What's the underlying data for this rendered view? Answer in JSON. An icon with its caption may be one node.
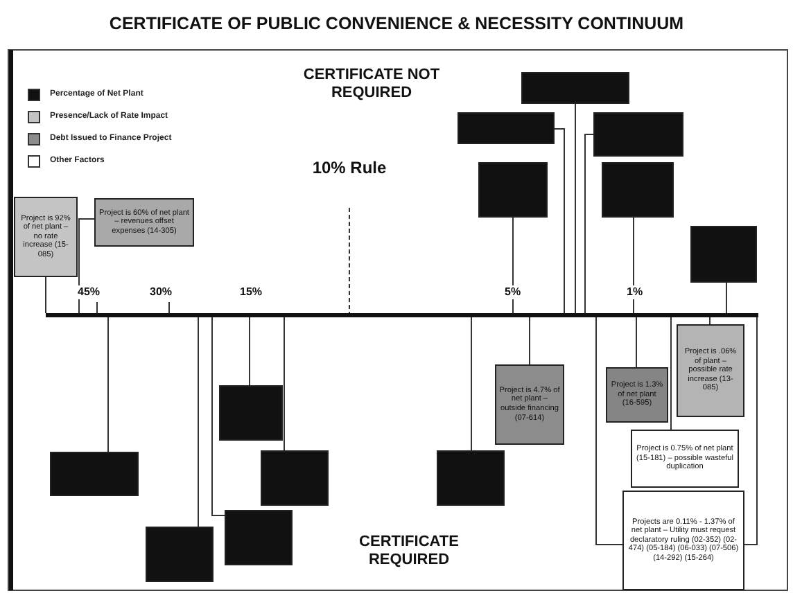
{
  "diagram": {
    "title": "CERTIFICATE OF PUBLIC CONVENIENCE & NECESSITY CONTINUUM",
    "nodes": [
      {
        "text": [],
        "shape": "box"
      },
      {
        "text": [],
        "shape": "box"
      },
      {
        "text": [],
        "shape": "box"
      },
      {
        "text": [],
        "shape": "box"
      },
      {
        "text": [],
        "shape": "box"
      },
      {
        "text": [
          "Project is 92% of net plant – no rate increase (15-085)"
        ]
      },
      {
        "text": [
          "Project is 60% of net plant – revenues offset expenses (14-305)"
        ]
      },
      {
        "text": [],
        "shape": "box"
      },
      {
        "text": [],
        "shape": "bar"
      },
      {
        "text": [
          "Project is .06% of plant – possible rate increase (13-085)"
        ]
      },
      {
        "text": [
          "Project is 4.7% of net plant – outside financing (07-614)"
        ]
      },
      {
        "text": [
          "Project is 1.3% of net plant (16-595)"
        ]
      },
      {
        "text": [],
        "shape": "box"
      },
      {
        "text": [
          "Project is 0.75% of net plant (15-181) – possible wasteful duplication"
        ]
      },
      {
        "text": [],
        "shape": "box"
      },
      {
        "text": [],
        "shape": "box"
      },
      {
        "text": [],
        "shape": "box"
      },
      {
        "text": [
          "Projects are 0.11% - 1.37% of net plant – Utility must request declaratory ruling (02-352) (02-474) (05-184) (06-033) (07-506) (14-292) (15-264)"
        ]
      },
      {
        "text": [],
        "shape": "box"
      },
      {
        "text": [],
        "shape": "box"
      }
    ],
    "edges": [
      {
        "from": 0,
        "to": 8,
        "arrow": "none"
      },
      {
        "from": 1,
        "to": 8,
        "arrow": "none"
      },
      {
        "from": 2,
        "to": 8,
        "arrow": "none"
      },
      {
        "from": 3,
        "to": 8,
        "arrow": "none"
      },
      {
        "from": 4,
        "to": 8,
        "arrow": "none"
      },
      {
        "from": 5,
        "to": 8,
        "arrow": "none"
      },
      {
        "from": 6,
        "to": 8,
        "arrow": "none"
      },
      {
        "from": 7,
        "to": 8,
        "arrow": "none"
      },
      {
        "from": 9,
        "to": 8,
        "arrow": "none"
      },
      {
        "from": 10,
        "to": 8,
        "arrow": "none"
      },
      {
        "from": 11,
        "to": 8,
        "arrow": "none"
      },
      {
        "from": 12,
        "to": 8,
        "arrow": "none"
      },
      {
        "from": 13,
        "to": 8,
        "arrow": "none"
      },
      {
        "from": 14,
        "to": 8,
        "arrow": "none"
      },
      {
        "from": 15,
        "to": 8,
        "arrow": "none"
      },
      {
        "from": 16,
        "to": 8,
        "arrow": "none"
      },
      {
        "from": 17,
        "to": 8,
        "arrow": "none"
      },
      {
        "from": 17,
        "to": 8,
        "arrow": "none"
      },
      {
        "from": 18,
        "to": 8,
        "arrow": "none"
      },
      {
        "from": 19,
        "to": 8,
        "arrow": "none"
      }
    ],
    "labels": [
      "CERTIFICATE NOT REQUIRED",
      "10% Rule",
      "45%",
      "30%",
      "15%",
      "5%",
      "1%",
      "CERTIFICATE REQUIRED"
    ],
    "legend": [
      {
        "text": "Percentage of Net Plant",
        "color": "#111111"
      },
      {
        "text": "Presence/Lack of Rate Impact",
        "color": "#c4c4c4"
      },
      {
        "text": "Debt Issued to Finance Project",
        "color": "#8c8c8c"
      },
      {
        "text": "Other Factors",
        "color": "#ffffff"
      }
    ]
  }
}
